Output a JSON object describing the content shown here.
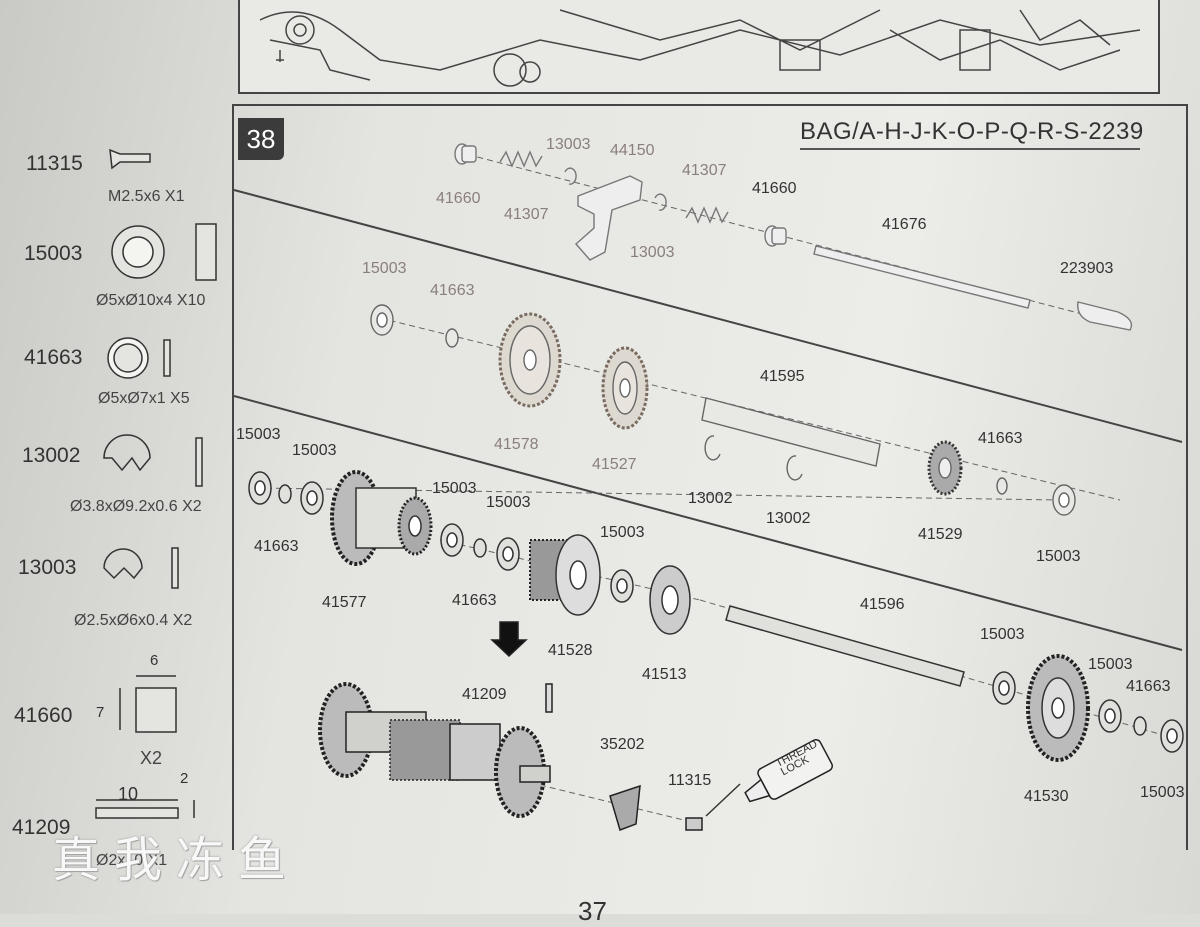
{
  "step": "38",
  "bag": "BAG/A-H-J-K-O-P-Q-R-S-2239",
  "page_number": "37",
  "watermark": "真我冻鱼",
  "sidebar": [
    {
      "code": "11315",
      "spec": "M2.5x6 X1"
    },
    {
      "code": "15003",
      "spec": "Ø5xØ10x4 X10"
    },
    {
      "code": "41663",
      "spec": "Ø5xØ7x1 X5"
    },
    {
      "code": "13002",
      "spec": "Ø3.8xØ9.2x0.6 X2"
    },
    {
      "code": "13003",
      "spec": "Ø2.5xØ6x0.4 X2"
    },
    {
      "code": "41660",
      "spec": "X2",
      "dim_w": "6",
      "dim_h": "7"
    },
    {
      "code": "41209",
      "spec": "Ø2x10 X1",
      "dim_w": "10",
      "dim_h": "2"
    }
  ],
  "row1": [
    "13003",
    "44150",
    "41660",
    "41307",
    "41307",
    "13003",
    "41660",
    "41676",
    "223903"
  ],
  "row2": [
    "15003",
    "41663",
    "41578",
    "41527",
    "41595",
    "13002",
    "13002",
    "41663",
    "41529",
    "15003"
  ],
  "row3": [
    "15003",
    "15003",
    "41663",
    "41577",
    "15003",
    "15003",
    "41663",
    "15003",
    "41528",
    "41513",
    "41596",
    "15003",
    "15003",
    "41663",
    "41530",
    "15003"
  ],
  "row4": [
    "41209",
    "35202",
    "11315"
  ],
  "thread_lock": [
    "THREAD",
    "LOCK"
  ]
}
